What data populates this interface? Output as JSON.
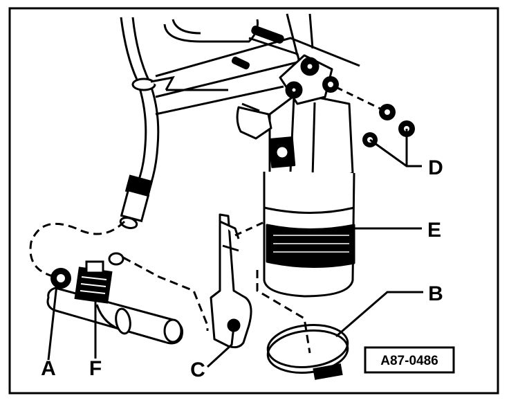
{
  "diagram": {
    "callouts": [
      {
        "id": "A",
        "label": "A"
      },
      {
        "id": "F",
        "label": "F"
      },
      {
        "id": "C",
        "label": "C"
      },
      {
        "id": "B",
        "label": "B"
      },
      {
        "id": "E",
        "label": "E"
      },
      {
        "id": "D",
        "label": "D"
      }
    ],
    "reference": "A87-0486",
    "colors": {
      "ink": "#000000",
      "paper": "#ffffff"
    }
  }
}
